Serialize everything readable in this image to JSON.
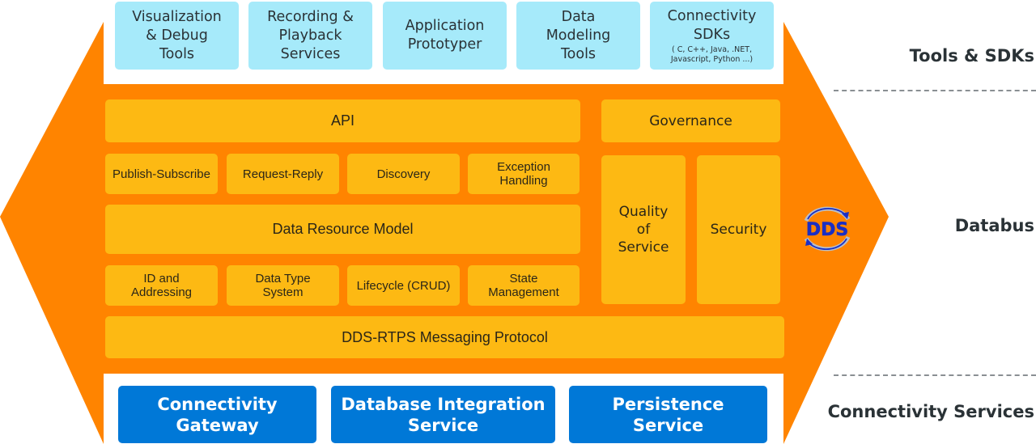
{
  "colors": {
    "arrow_orange": "#ff8400",
    "component_yellow": "#fdb913",
    "tool_cyan": "#a6eafa",
    "service_blue": "#0078d7",
    "logo_blue": "#1a2fc4",
    "label_dark": "#2a3236"
  },
  "tools": [
    {
      "lines": [
        "Visualization",
        "& Debug",
        "Tools"
      ],
      "sub": null
    },
    {
      "lines": [
        "Recording &",
        "Playback",
        "Services"
      ],
      "sub": null
    },
    {
      "lines": [
        "Application",
        "Prototyper"
      ],
      "sub": null
    },
    {
      "lines": [
        "Data",
        "Modeling",
        "Tools"
      ],
      "sub": null
    },
    {
      "lines": [
        "Connectivity",
        "SDKs"
      ],
      "sub": [
        "( C, C++, Java, .NET,",
        "Javascript, Python ...)"
      ]
    }
  ],
  "databus": {
    "api": "API",
    "row1": [
      {
        "lines": [
          "Publish-Subscribe"
        ]
      },
      {
        "lines": [
          "Request-Reply"
        ]
      },
      {
        "lines": [
          "Discovery"
        ]
      },
      {
        "lines": [
          "Exception",
          "Handling"
        ]
      }
    ],
    "data_resource_model": "Data Resource Model",
    "row2": [
      {
        "lines": [
          "ID and",
          "Addressing"
        ]
      },
      {
        "lines": [
          "Data Type",
          "System"
        ]
      },
      {
        "lines": [
          "Lifecycle (CRUD)"
        ]
      },
      {
        "lines": [
          "State",
          "Management"
        ]
      }
    ],
    "protocol": "DDS-RTPS Messaging Protocol",
    "governance": "Governance",
    "qos": [
      "Quality",
      "of",
      "Service"
    ],
    "security": "Security",
    "logo_text": "DDS"
  },
  "services": [
    {
      "lines": [
        "Connectivity",
        "Gateway"
      ]
    },
    {
      "lines": [
        "Database Integration",
        "Service"
      ]
    },
    {
      "lines": [
        "Persistence",
        "Service"
      ]
    }
  ],
  "layer_labels": {
    "tools": "Tools & SDKs",
    "databus": "Databus",
    "connectivity": "Connectivity Services"
  }
}
